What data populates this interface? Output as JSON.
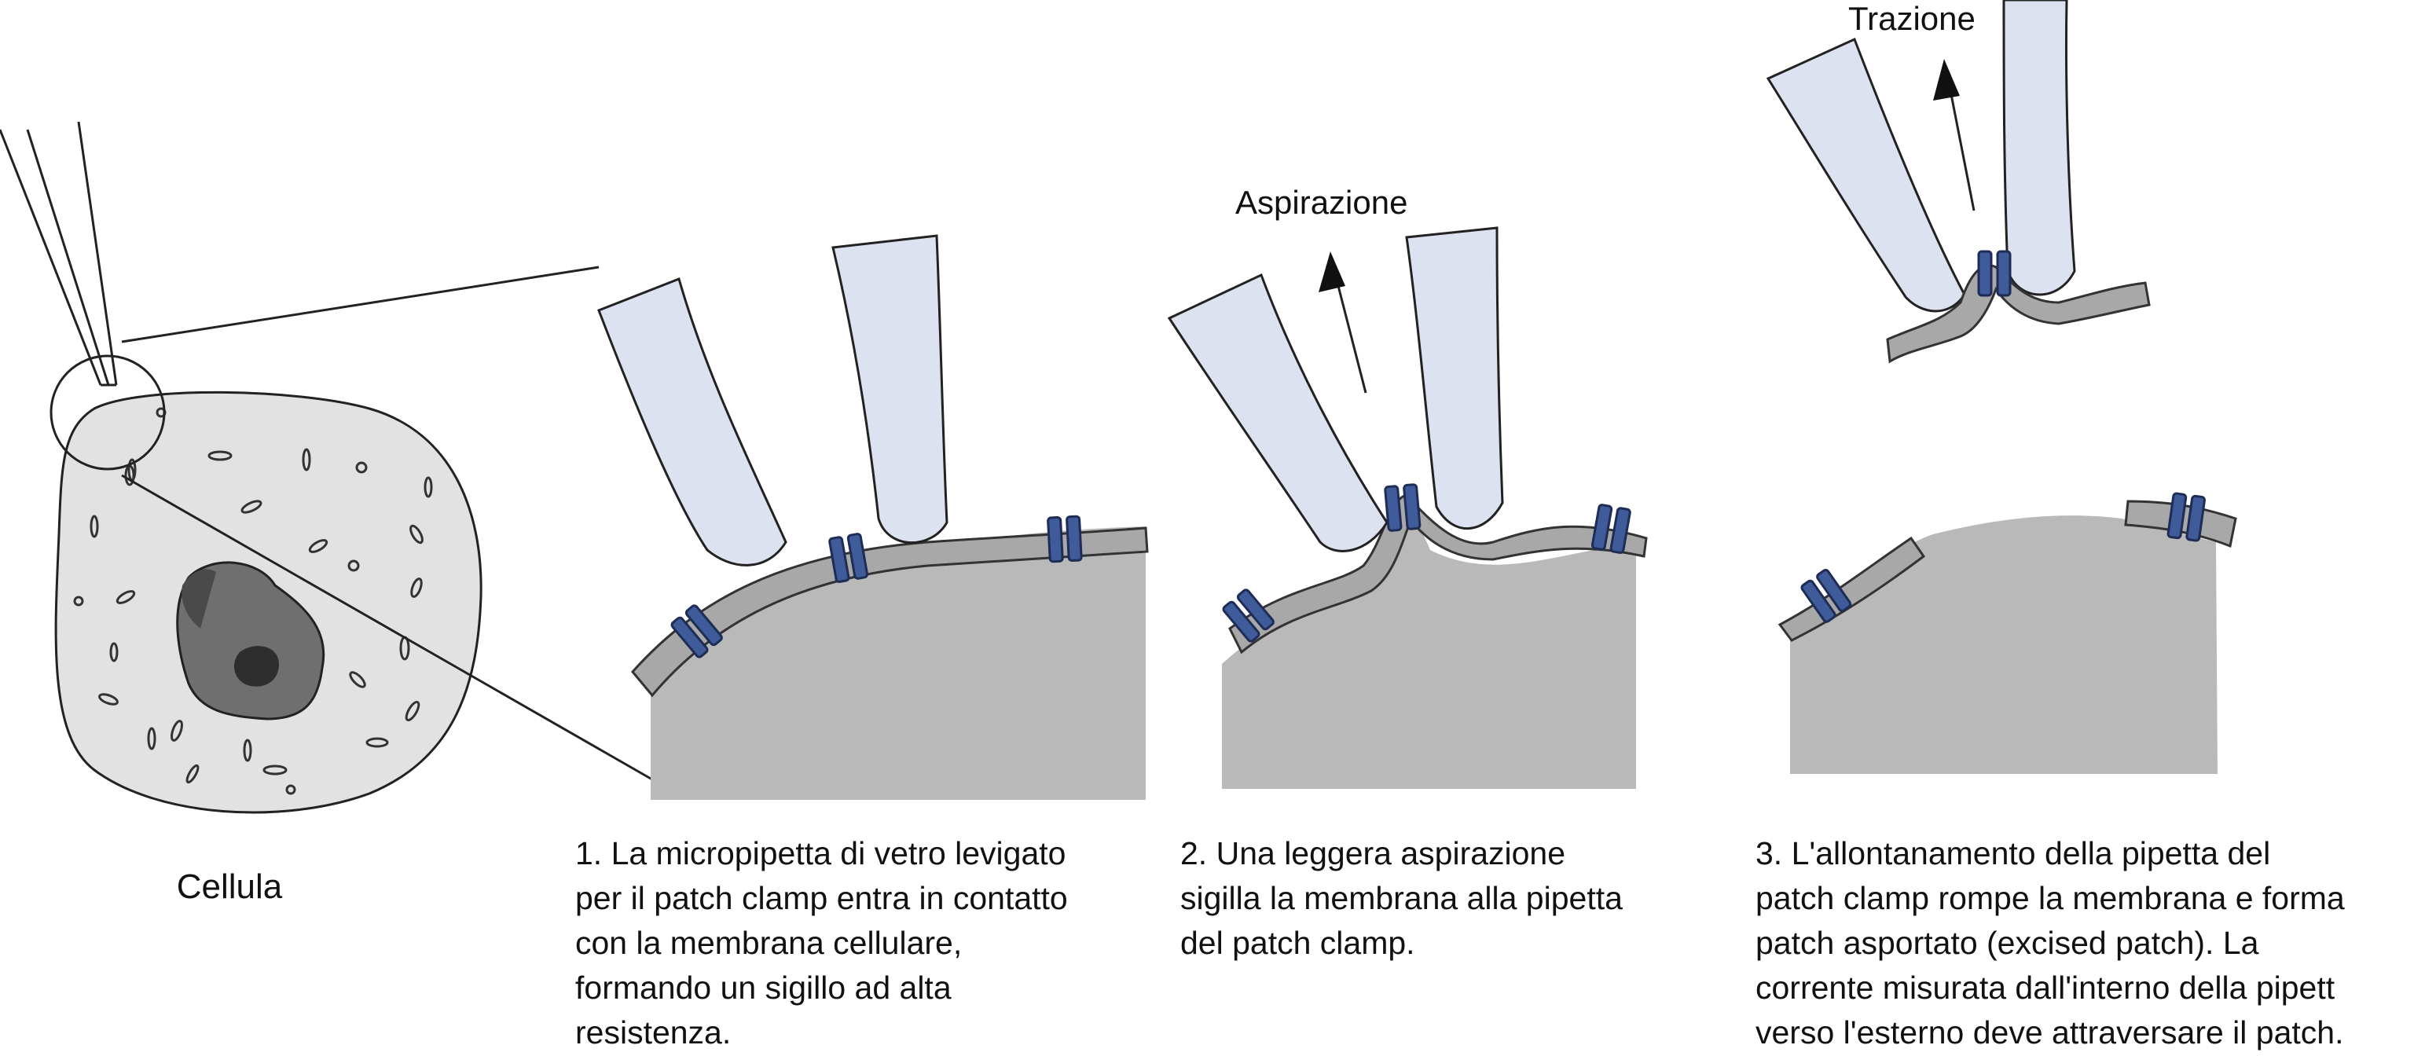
{
  "diagram": {
    "cell_label": "Cellula",
    "arrow_suction_label": "Aspirazione",
    "arrow_pull_label": "Trazione"
  },
  "captions": {
    "step1": [
      "1. La micropipetta di vetro levigato",
      "per il patch clamp entra in contatto",
      "con la membrana cellulare,",
      "formando un sigillo ad alta",
      "resistenza."
    ],
    "step2": [
      "2. Una leggera aspirazione",
      "sigilla la membrana alla pipetta",
      "del patch clamp."
    ],
    "step3": [
      "3. L'allontanamento della pipetta del",
      "patch clamp rompe la membrana e forma",
      "patch asportato (excised patch). La",
      "corrente misurata dall'interno della pipett",
      "verso l'esterno deve attraversare il patch."
    ]
  },
  "colors": {
    "cytoplasm": "#b9b9b9",
    "cell_fill": "#e2e2e2",
    "pipette": "#dde2f0",
    "membrane": "#a8a8a8",
    "channel": "#3f5b9a",
    "outline": "#222222"
  }
}
